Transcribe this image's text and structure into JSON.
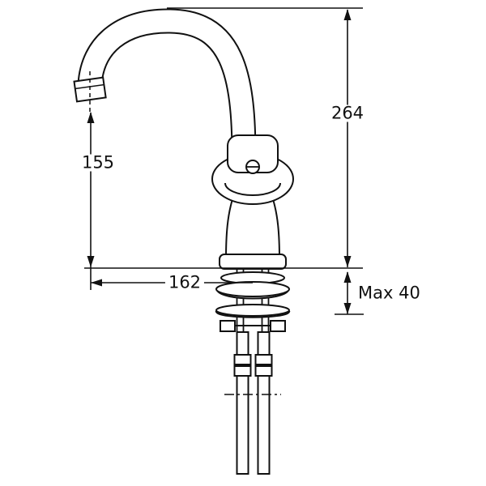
{
  "diagram": {
    "type": "technical-dimension-drawing",
    "subject": "single-lever high-arc faucet, front view with under-deck mounting hardware",
    "colors": {
      "line": "#111111",
      "background": "#ffffff"
    },
    "dimensions": {
      "total_height": "264",
      "outlet_height": "155",
      "reach": "162",
      "max_deck_thickness": "Max 40"
    }
  }
}
